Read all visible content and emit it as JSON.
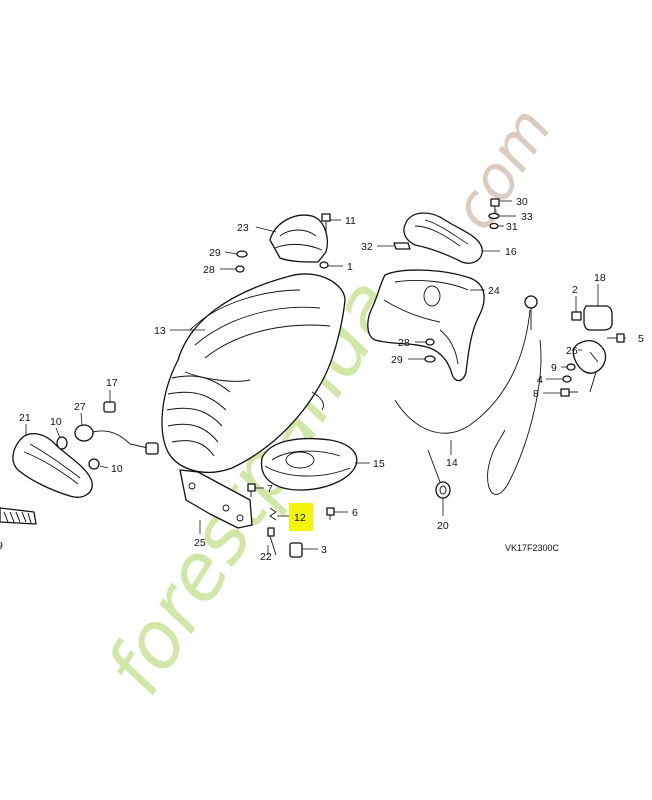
{
  "diagram": {
    "code": "VK17F2300C",
    "highlight_color": "#f4f40a",
    "highlighted_callout": "12",
    "watermark": {
      "text_main": "forestpanda",
      "text_accent": "e",
      "text_end": ".com",
      "green": "#cfe6a3",
      "orange": "#f5c596",
      "brown": "#d9cbbd"
    },
    "callouts": [
      {
        "id": "1",
        "label": "1"
      },
      {
        "id": "2",
        "label": "2"
      },
      {
        "id": "3",
        "label": "3"
      },
      {
        "id": "4",
        "label": "4"
      },
      {
        "id": "5",
        "label": "5"
      },
      {
        "id": "6",
        "label": "6"
      },
      {
        "id": "7",
        "label": "7"
      },
      {
        "id": "8",
        "label": "8"
      },
      {
        "id": "9",
        "label": "9"
      },
      {
        "id": "9-edge",
        "label": "9"
      },
      {
        "id": "10a",
        "label": "10"
      },
      {
        "id": "10b",
        "label": "10"
      },
      {
        "id": "11",
        "label": "11"
      },
      {
        "id": "12",
        "label": "12"
      },
      {
        "id": "13",
        "label": "13"
      },
      {
        "id": "14",
        "label": "14"
      },
      {
        "id": "15",
        "label": "15"
      },
      {
        "id": "16",
        "label": "16"
      },
      {
        "id": "17",
        "label": "17"
      },
      {
        "id": "18",
        "label": "18"
      },
      {
        "id": "20",
        "label": "20"
      },
      {
        "id": "21",
        "label": "21"
      },
      {
        "id": "22",
        "label": "22"
      },
      {
        "id": "23",
        "label": "23"
      },
      {
        "id": "24",
        "label": "24"
      },
      {
        "id": "25",
        "label": "25"
      },
      {
        "id": "26",
        "label": "26"
      },
      {
        "id": "27",
        "label": "27"
      },
      {
        "id": "28a",
        "label": "28"
      },
      {
        "id": "28b",
        "label": "28"
      },
      {
        "id": "29a",
        "label": "29"
      },
      {
        "id": "29b",
        "label": "29"
      },
      {
        "id": "30",
        "label": "30"
      },
      {
        "id": "31",
        "label": "31"
      },
      {
        "id": "32",
        "label": "32"
      },
      {
        "id": "33",
        "label": "33"
      }
    ]
  }
}
